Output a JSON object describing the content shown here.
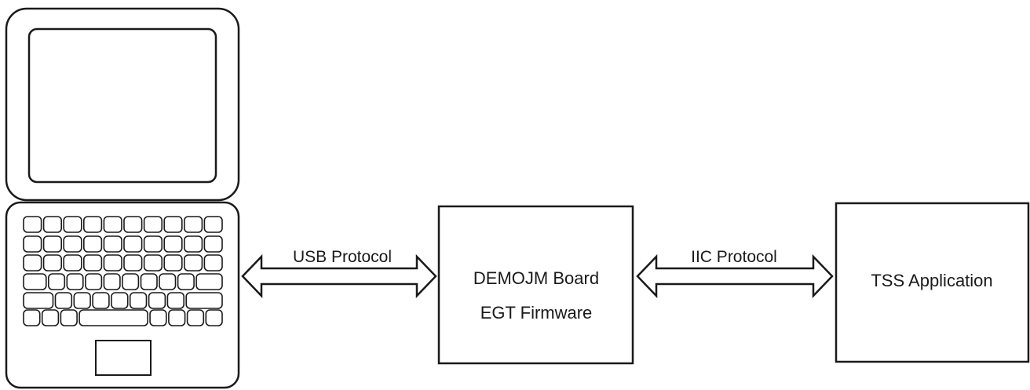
{
  "diagram": {
    "connections": [
      {
        "label": "USB Protocol"
      },
      {
        "label": "IIC Protocol"
      }
    ],
    "boards": {
      "demojm": {
        "line1": "DEMOJM Board",
        "line2": "EGT Firmware"
      },
      "tss": {
        "label": "TSS Application"
      }
    },
    "devices": {
      "laptop": {
        "icon": "laptop-icon"
      }
    },
    "colors": {
      "stroke": "#1a1a1a",
      "background": "#ffffff"
    }
  }
}
